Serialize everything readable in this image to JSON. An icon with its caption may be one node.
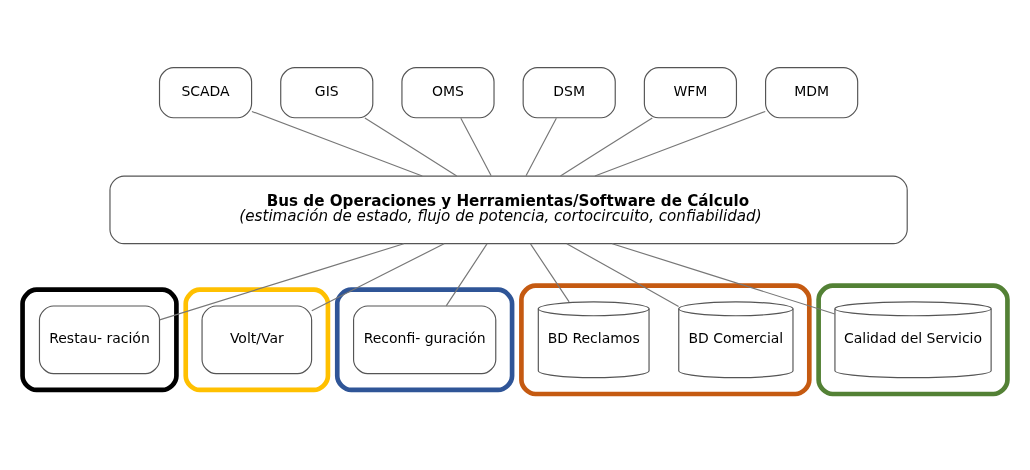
{
  "diagram": {
    "nodes": [
      {
        "text": [
          "SCADA"
        ]
      },
      {
        "text": [
          "GIS"
        ]
      },
      {
        "text": [
          "OMS"
        ]
      },
      {
        "text": [
          "DSM"
        ]
      },
      {
        "text": [
          "WFM"
        ]
      },
      {
        "text": [
          "MDM"
        ]
      },
      {
        "text": [
          "Bus de Operaciones y Herramientas/Software de Cálculo",
          "(estimación de estado, flujo de potencia, cortocircuito, confiabilidad)"
        ]
      },
      {
        "text": [],
        "shape": "ellipse"
      },
      {
        "text": [
          "Restau- ración"
        ],
        "in": 7
      },
      {
        "text": [],
        "shape": "ellipse"
      },
      {
        "text": [
          "Volt/Var"
        ],
        "in": 9
      },
      {
        "text": [],
        "shape": "ellipse"
      },
      {
        "text": [
          "Reconfi- guración"
        ],
        "in": 11
      },
      {
        "text": [],
        "shape": "ellipse"
      },
      {
        "text": [
          "BD Reclamos"
        ],
        "in": 13
      },
      {
        "text": [
          "BD Comercial"
        ],
        "in": 13
      },
      {
        "text": [],
        "shape": "ellipse"
      },
      {
        "text": [
          "Calidad del Servicio"
        ],
        "in": 16
      }
    ],
    "edges": [
      {
        "from": 0,
        "to": 6,
        "arrow": "none"
      },
      {
        "from": 1,
        "to": 6,
        "arrow": "none"
      },
      {
        "from": 2,
        "to": 6,
        "arrow": "none"
      },
      {
        "from": 3,
        "to": 6,
        "arrow": "none"
      },
      {
        "from": 4,
        "to": 6,
        "arrow": "none"
      },
      {
        "from": 5,
        "to": 6,
        "arrow": "none"
      },
      {
        "from": 6,
        "to": 8,
        "arrow": "none"
      },
      {
        "from": 6,
        "to": 10,
        "arrow": "none"
      },
      {
        "from": 6,
        "to": 12,
        "arrow": "none"
      },
      {
        "from": 6,
        "to": 14,
        "arrow": "none"
      },
      {
        "from": 6,
        "to": 15,
        "arrow": "none"
      },
      {
        "from": 6,
        "to": 17,
        "arrow": "none"
      }
    ]
  }
}
